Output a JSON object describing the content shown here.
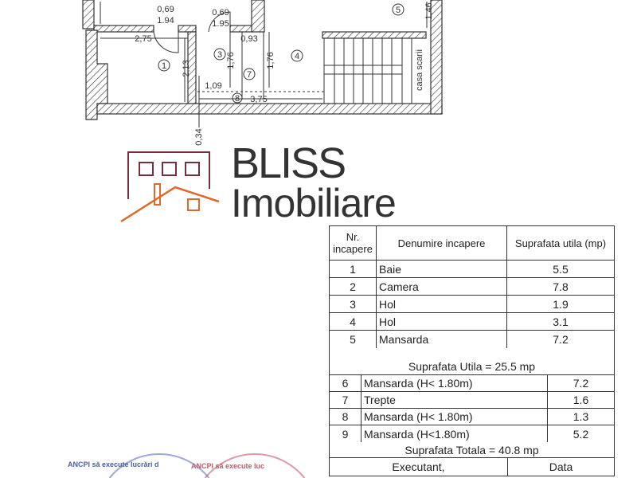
{
  "plan": {
    "dimensions": [
      "0,69",
      "1.94",
      "0,69",
      "1.95",
      "2,75",
      "2,13",
      "0,93",
      "1,76",
      "1,76",
      "1,09",
      "3,75",
      "0,34",
      "1,46"
    ],
    "room_markers": [
      "1",
      "3",
      "4",
      "5",
      "7",
      "8"
    ],
    "stair_label": "casa scarii"
  },
  "logo": {
    "line1": "BLISS",
    "line2": "Imobiliare",
    "colors": {
      "house": "#7a2d3a",
      "roof": "#e0692a"
    }
  },
  "table": {
    "headers": {
      "nr": "Nr. incapere",
      "name": "Denumire incapere",
      "area": "Suprafata utila (mp)"
    },
    "rooms": [
      {
        "nr": "1",
        "name": "Baie",
        "area": "5.5"
      },
      {
        "nr": "2",
        "name": "Camera",
        "area": "7.8"
      },
      {
        "nr": "3",
        "name": "Hol",
        "area": "1.9"
      },
      {
        "nr": "4",
        "name": "Hol",
        "area": "3.1"
      },
      {
        "nr": "5",
        "name": "Mansarda",
        "area": "7.2"
      }
    ],
    "useful_total": "Suprafata Utila = 25.5 mp",
    "extra": [
      {
        "nr": "6",
        "name": "Mansarda (H< 1.80m)",
        "area": "7.2"
      },
      {
        "nr": "7",
        "name": "Trepte",
        "area": "1.6"
      },
      {
        "nr": "8",
        "name": "Mansarda (H< 1.80m)",
        "area": "1.3"
      },
      {
        "nr": "9",
        "name": "Mansarda (H<1.80m)",
        "area": "5.2"
      }
    ],
    "grand_total": "Suprafata Totala = 40.8 mp",
    "executant": "Executant,",
    "date": "Data"
  },
  "stamps": [
    "ANCPI să execute lucrări d",
    "ANCPI să execute luc"
  ]
}
